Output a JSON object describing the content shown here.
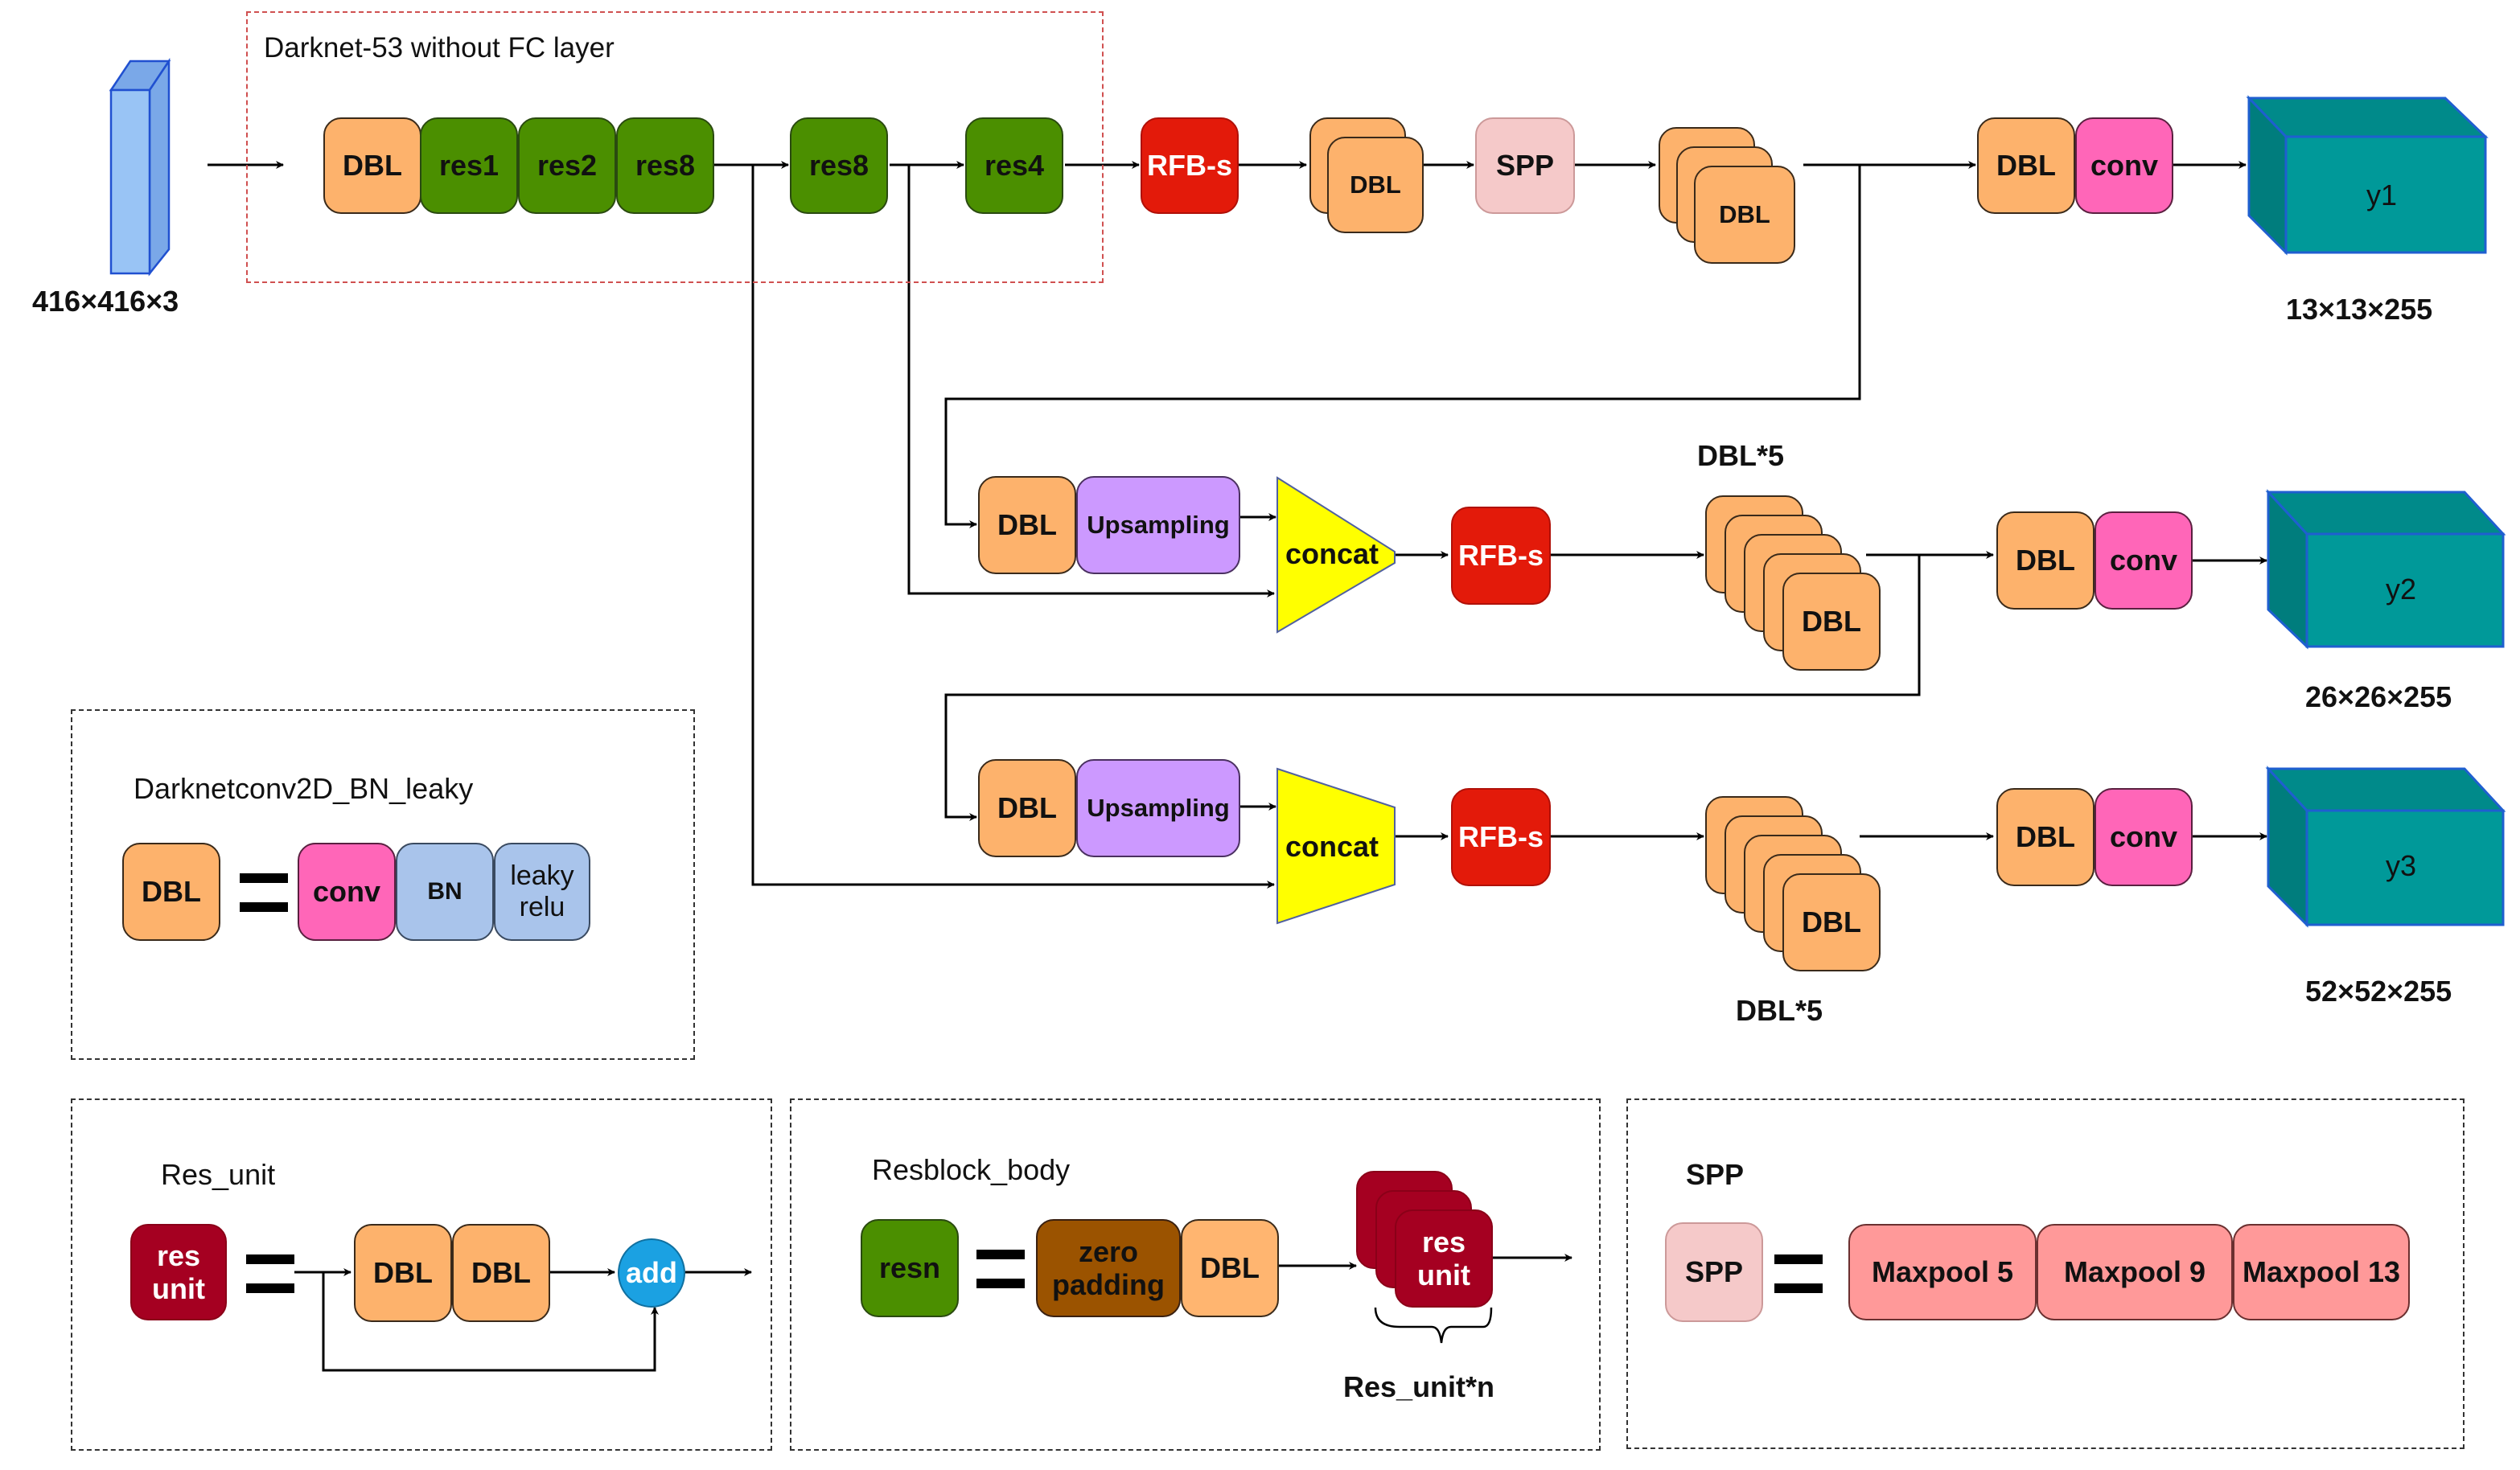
{
  "input": {
    "label": "416×416×3"
  },
  "backbone": {
    "title": "Darknet-53 without FC layer",
    "blocks": [
      "DBL",
      "res1",
      "res2",
      "res8",
      "res8",
      "res4"
    ]
  },
  "top_row": {
    "rfb": "RFB-s",
    "dbl_stack": "DBL",
    "spp": "SPP",
    "dbl_stack3": "DBL",
    "head_dbl": "DBL",
    "head_conv": "conv",
    "output": "y1",
    "output_size": "13×13×255"
  },
  "mid_row": {
    "dbl": "DBL",
    "upsampling": "Upsampling",
    "concat": "concat",
    "rfb": "RFB-s",
    "stack_label": "DBL*5",
    "stack_front": "DBL",
    "head_dbl": "DBL",
    "head_conv": "conv",
    "output": "y2",
    "output_size": "26×26×255"
  },
  "bottom_row": {
    "dbl": "DBL",
    "upsampling": "Upsampling",
    "concat": "concat",
    "rfb": "RFB-s",
    "stack_label": "DBL*5",
    "stack_front": "DBL",
    "head_dbl": "DBL",
    "head_conv": "conv",
    "output": "y3",
    "output_size": "52×52×255"
  },
  "legend_dbl": {
    "title": "Darknetconv2D_BN_leaky",
    "lhs": "DBL",
    "parts": [
      "conv",
      "BN",
      "leaky relu"
    ]
  },
  "legend_res_unit": {
    "title": "Res_unit",
    "lhs": "res unit",
    "parts": [
      "DBL",
      "DBL"
    ],
    "add": "add"
  },
  "legend_resblock": {
    "title": "Resblock_body",
    "lhs": "resn",
    "parts": [
      "zero padding",
      "DBL"
    ],
    "stack_label": "res unit",
    "brace_label": "Res_unit*n"
  },
  "legend_spp": {
    "title": "SPP",
    "lhs": "SPP",
    "parts": [
      "Maxpool 5",
      "Maxpool 9",
      "Maxpool 13"
    ]
  },
  "colors": {
    "dbl": "#fdb26c",
    "res": "#4b8f00",
    "rfb": "#e31a0a",
    "spp": "#f5c9c9",
    "conv": "#ff66b8",
    "upsampling": "#cc99ff",
    "concat": "#ffff00",
    "output": "#009999",
    "bn_leaky": "#a9c4eb",
    "res_unit": "#a50021",
    "zero_padding": "#9b5300",
    "maxpool": "#ff9999",
    "add": "#1ba1e2"
  }
}
